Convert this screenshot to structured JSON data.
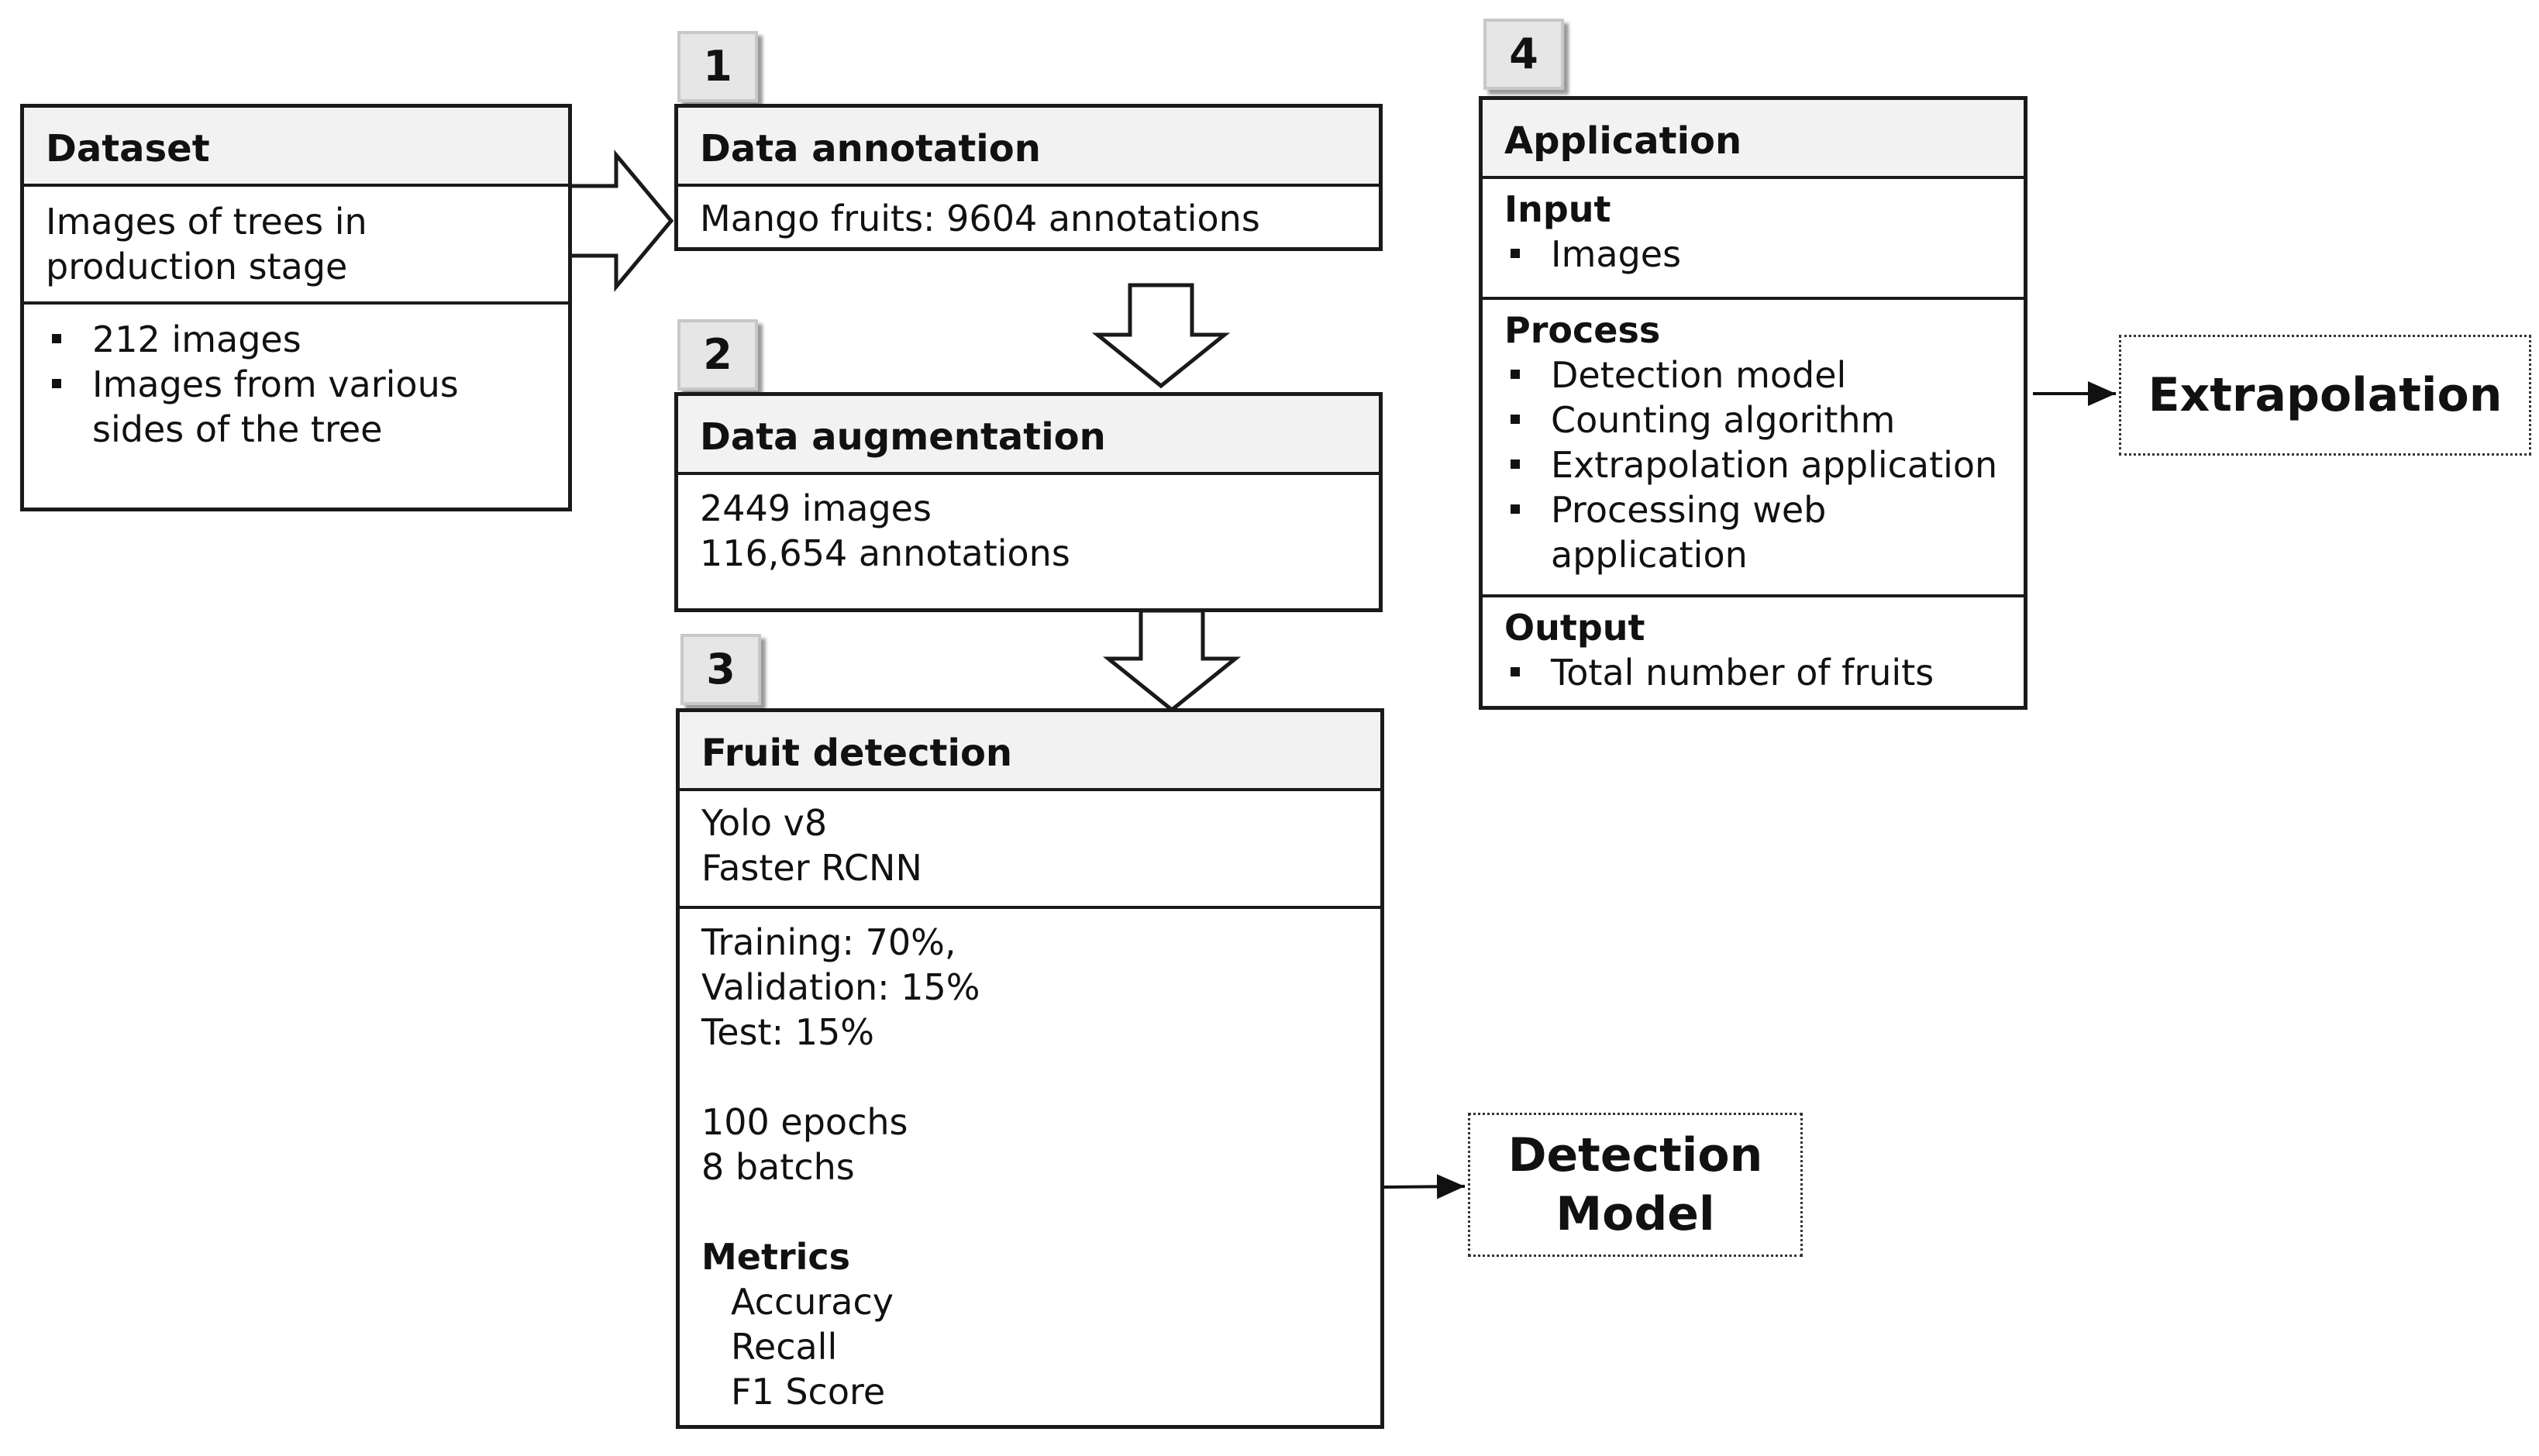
{
  "dataset": {
    "title": "Dataset",
    "description": "Images of trees in production stage",
    "bullets": [
      "212 images",
      "Images from various sides of the tree"
    ]
  },
  "step1": {
    "number": "1",
    "title": "Data annotation",
    "text": "Mango fruits: 9604 annotations"
  },
  "step2": {
    "number": "2",
    "title": "Data augmentation",
    "lines": [
      "2449 images",
      "116,654 annotations"
    ]
  },
  "step3": {
    "number": "3",
    "title": "Fruit detection",
    "models": [
      "Yolo v8",
      "Faster RCNN"
    ],
    "split": [
      "Training: 70%,",
      "Validation: 15%",
      "Test: 15%"
    ],
    "training": [
      "100 epochs",
      "8 batchs"
    ],
    "metrics_title": "Metrics",
    "metrics": [
      "Accuracy",
      "Recall",
      "F1 Score"
    ]
  },
  "step4": {
    "number": "4",
    "title": "Application",
    "input_title": "Input",
    "input_items": [
      "Images"
    ],
    "process_title": "Process",
    "process_items": [
      "Detection model",
      "Counting algorithm",
      "Extrapolation application",
      "Processing web application"
    ],
    "output_title": "Output",
    "output_items": [
      "Total number of fruits"
    ]
  },
  "outputs": {
    "detection_model": "Detection Model",
    "extrapolation": "Extrapolation"
  }
}
